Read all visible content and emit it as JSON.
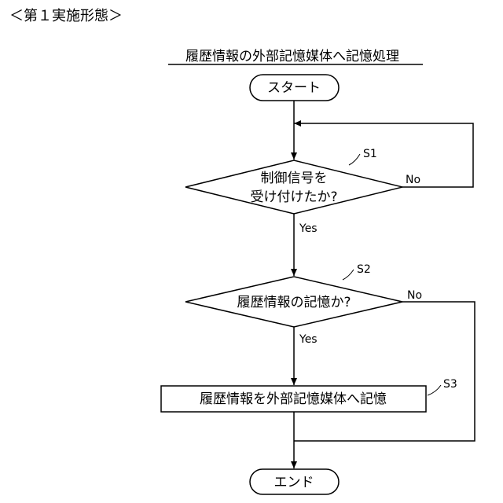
{
  "header": {
    "text": "＜第１実施形態＞"
  },
  "title": {
    "text": "履歴情報の外部記憶媒体へ記憶処理"
  },
  "nodes": {
    "start": {
      "text": "スタート"
    },
    "s1": {
      "step": "S1",
      "line1": "制御信号を",
      "line2": "受け付けたか?"
    },
    "s2": {
      "step": "S2",
      "text": "履歴情報の記憶か?"
    },
    "s3": {
      "step": "S3",
      "text": "履歴情報を外部記憶媒体へ記憶"
    },
    "end": {
      "text": "エンド"
    }
  },
  "branches": {
    "s1_yes": "Yes",
    "s1_no": "No",
    "s2_yes": "Yes",
    "s2_no": "No"
  }
}
